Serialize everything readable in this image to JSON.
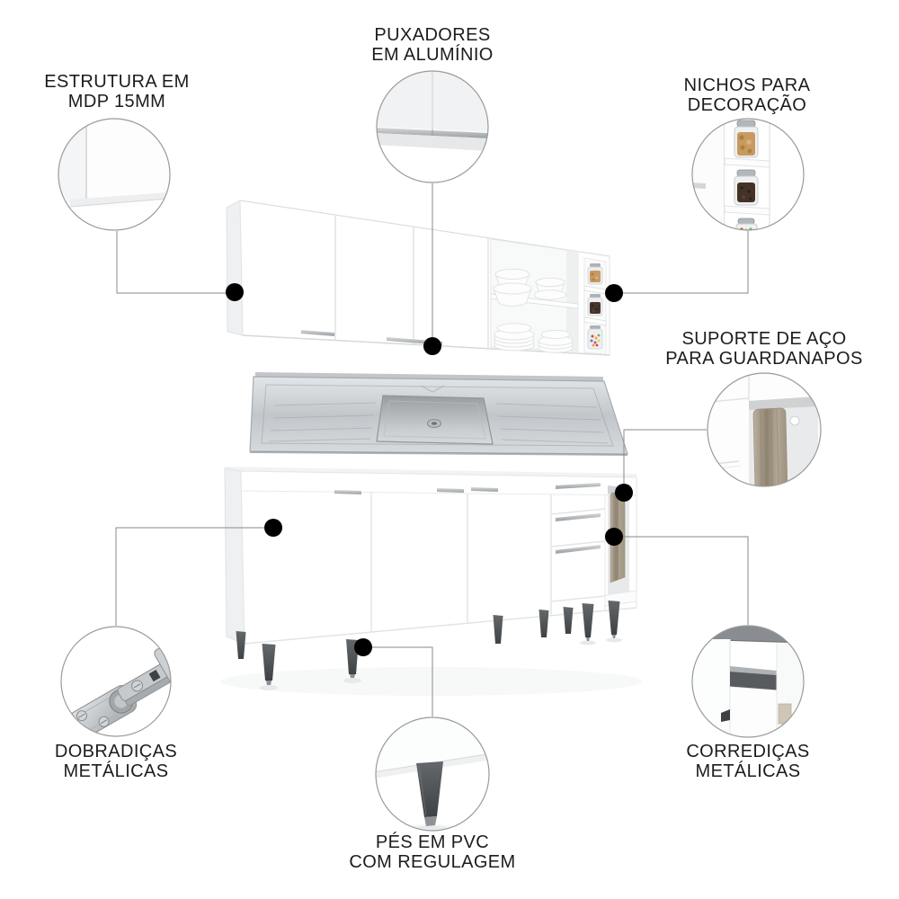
{
  "callouts": {
    "estrutura": {
      "line1": "ESTRUTURA EM",
      "line2": "MDP 15MM"
    },
    "puxadores": {
      "line1": "PUXADORES",
      "line2": "EM ALUMÍNIO"
    },
    "nichos": {
      "line1": "NICHOS PARA",
      "line2": "DECORAÇÃO"
    },
    "suporte": {
      "line1": "SUPORTE DE AÇO",
      "line2": "PARA GUARDANAPOS"
    },
    "dobradicas": {
      "line1": "DOBRADIÇAS",
      "line2": "METÁLICAS"
    },
    "corredicas": {
      "line1": "CORREDIÇAS",
      "line2": "METÁLICAS"
    },
    "pes": {
      "line1": "PÉS EM PVC",
      "line2": "COM REGULAGEM"
    }
  },
  "colors": {
    "background": "#ffffff",
    "label_text": "#1c1c1c",
    "connector_line": "#8a8a8a",
    "callout_dot": "#000000",
    "circle_border": "#9a9a9a",
    "cabinet_white": "#ffffff",
    "steel": "#c3c7cb",
    "leg_gray": "#54575a",
    "napkin_beige": "#b0a794",
    "cookies_jar": "#c89a5f",
    "coffee_jar": "#46332b"
  },
  "scene_parts": [
    "upper-wall-cabinet",
    "open-shelves-with-dishes",
    "decor-niches-with-jars",
    "stainless-steel-sink-countertop",
    "base-cabinet-with-doors",
    "metal-drawers",
    "napkin-niche",
    "pvc-adjustable-feet"
  ]
}
